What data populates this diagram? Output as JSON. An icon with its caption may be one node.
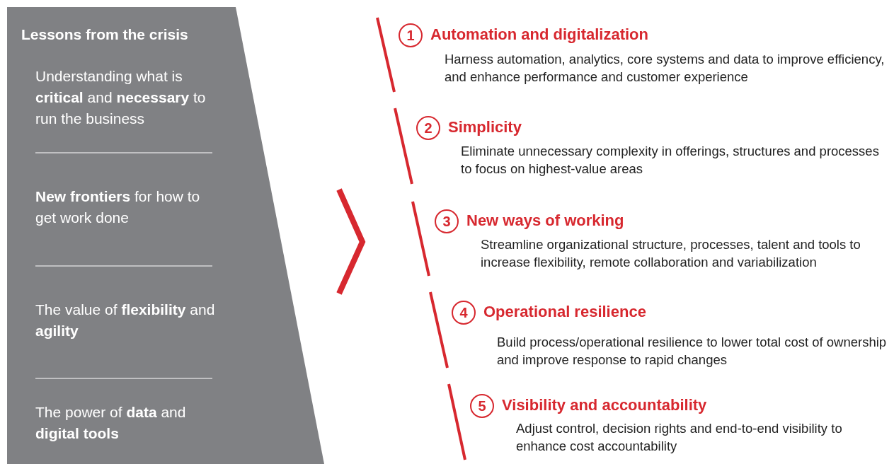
{
  "diagram": {
    "nodes": [
      {
        "text": [
          "Lessons from the crisis",
          "Understanding what is **critical** and **necessary** to run the business",
          "**New frontiers** for how to get work done",
          "The value of **flexibility** and **agility**",
          "The power of **data** and **digital tools**"
        ]
      },
      {
        "text": [
          "1"
        ],
        "beside": [
          "Automation and digitalization",
          "Harness automation, analytics, core systems and data to improve efficiency, and enhance performance and customer experience"
        ]
      },
      {
        "text": [
          "2"
        ],
        "beside": [
          "Simplicity",
          "Eliminate unnecessary complexity in offerings, structures and processes to focus on highest-value areas"
        ]
      },
      {
        "text": [
          "3"
        ],
        "beside": [
          "New ways of working",
          "Streamline organizational structure, processes, talent and tools to increase flexibility, remote collaboration and variabilization"
        ]
      },
      {
        "text": [
          "4"
        ],
        "beside": [
          "Operational resilience",
          "Build process/operational resilience to lower total cost of ownership and improve response to rapid changes"
        ]
      },
      {
        "text": [
          "5"
        ],
        "beside": [
          "Visibility and accountability",
          "Adjust control, decision rights and end-to-end visibility to enhance cost accountability"
        ]
      }
    ]
  }
}
